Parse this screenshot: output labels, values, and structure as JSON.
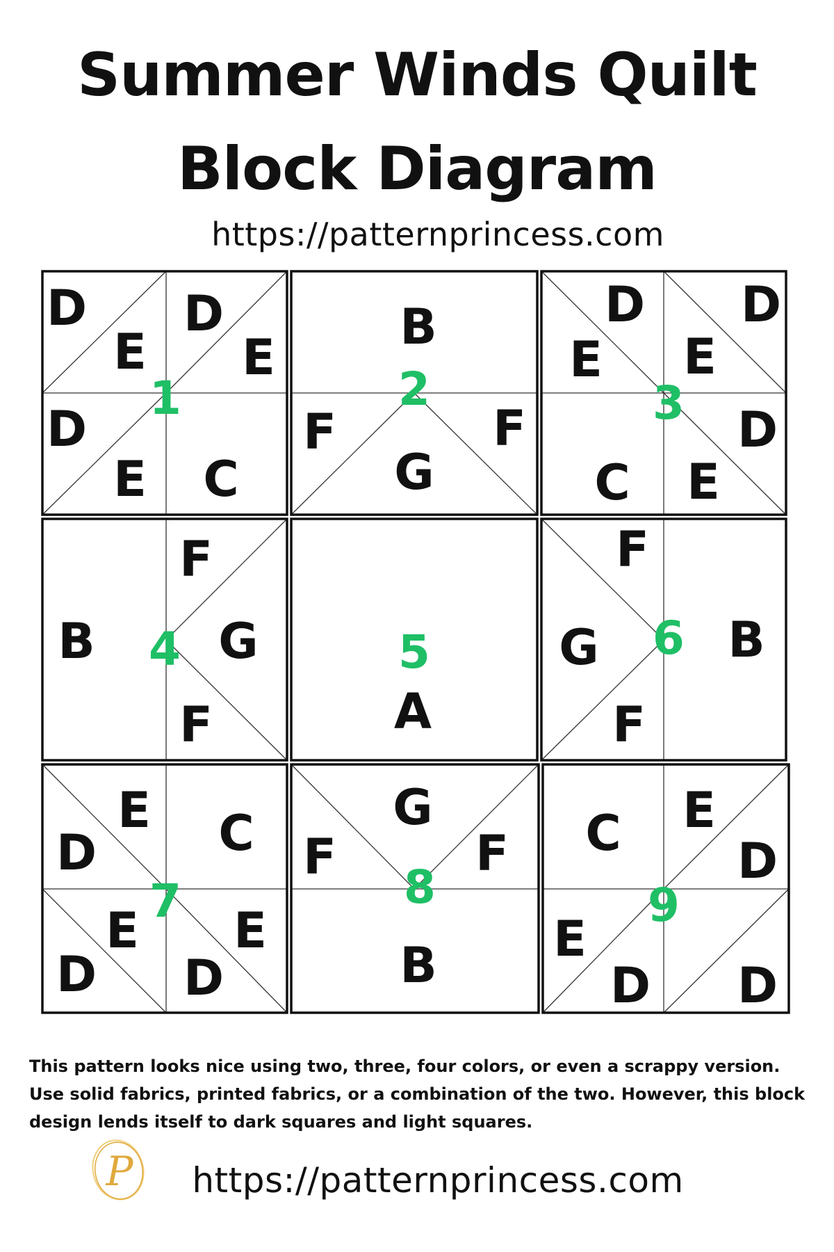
{
  "header": {
    "title_line1": "Summer Winds Quilt",
    "title_line2": "Block Diagram",
    "url": "https://patternprincess.com"
  },
  "diagram": {
    "accent_color": "#1fbf66",
    "block_numbers": [
      "1",
      "2",
      "3",
      "4",
      "5",
      "6",
      "7",
      "8",
      "9"
    ],
    "block_letters": [
      [
        "D",
        "E",
        "D",
        "E",
        "D",
        "E",
        "C"
      ],
      [
        "B",
        "F",
        "F",
        "G"
      ],
      [
        "D",
        "E",
        "D",
        "E",
        "C",
        "E",
        "D"
      ],
      [
        "B",
        "F",
        "G",
        "F"
      ],
      [
        "A"
      ],
      [
        "F",
        "G",
        "F",
        "B"
      ],
      [
        "E",
        "D",
        "C",
        "E",
        "D",
        "E",
        "D"
      ],
      [
        "G",
        "F",
        "F",
        "B"
      ],
      [
        "C",
        "E",
        "D",
        "E",
        "D",
        "D"
      ]
    ]
  },
  "description": {
    "line1": "This pattern looks nice using two, three, four colors, or even a scrappy version.",
    "line2": "Use solid fabrics, printed fabrics, or a combination of the two. However, this block",
    "line3": "design lends itself to dark squares and light squares."
  },
  "footer": {
    "logo_letter": "P",
    "logo_color": "#e0a93c",
    "url": "https://patternprincess.com"
  }
}
